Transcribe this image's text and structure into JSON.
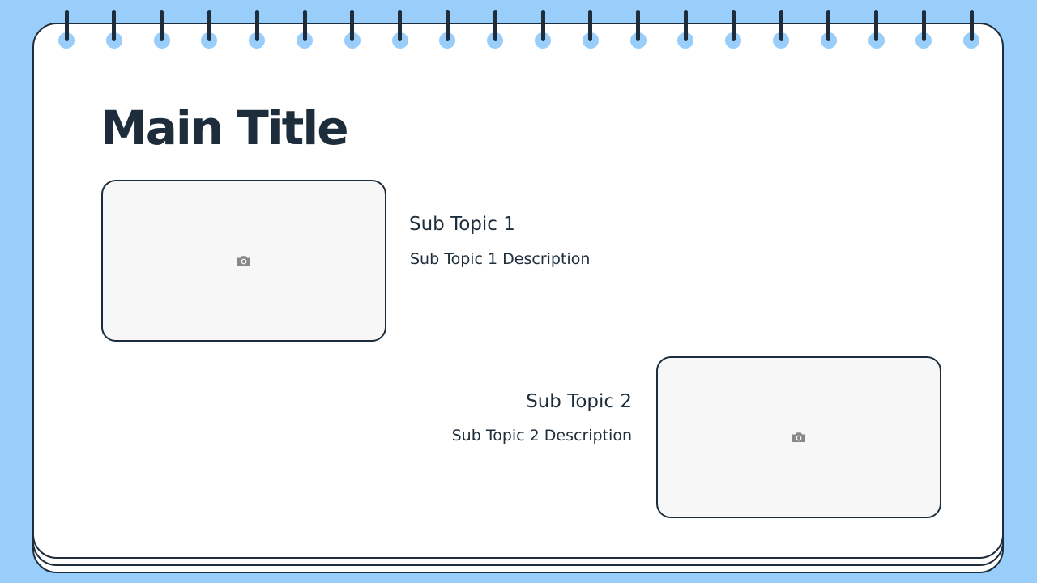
{
  "slide": {
    "title": "Main Title",
    "topics": [
      {
        "title": "Sub Topic 1",
        "description": "Sub Topic 1 Description",
        "image_icon": "camera-icon"
      },
      {
        "title": "Sub Topic 2",
        "description": "Sub Topic 2 Description",
        "image_icon": "camera-icon"
      }
    ]
  },
  "colors": {
    "background": "#99cdfa",
    "paper": "#ffffff",
    "ink": "#1e2d3b",
    "placeholder": "#f7f7f7",
    "icon": "#888888"
  }
}
